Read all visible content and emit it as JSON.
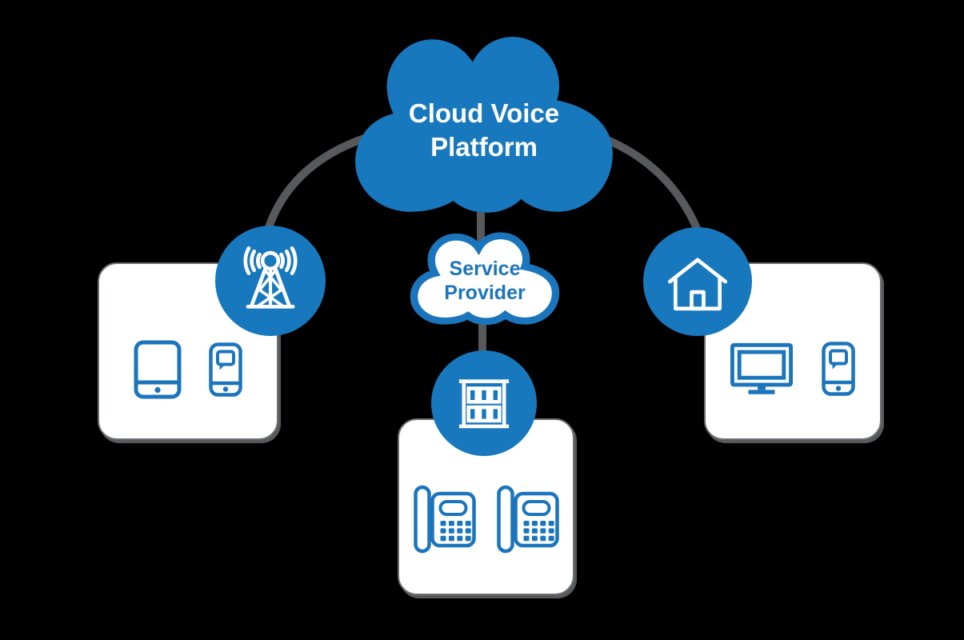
{
  "background_color": "#000000",
  "palette": {
    "blue_fill": "#1878BE",
    "blue_stroke": "#1B75BC",
    "connector_gray": "#58595B",
    "card_background": "#FFFFFF",
    "platform_text": "#FFFFFF",
    "service_provider_text": "#1B75BC"
  },
  "nodes": {
    "cloud_platform": {
      "label": "Cloud Voice Platform",
      "line1": "Cloud Voice",
      "line2": "Platform",
      "icon": "cloud-icon"
    },
    "service_provider": {
      "label": "Service Provider",
      "line1": "Service",
      "line2": "Provider",
      "icon": "cloud-outline-icon"
    },
    "cell_tower": {
      "icon": "cell-tower-icon"
    },
    "office_building": {
      "icon": "office-building-icon"
    },
    "home": {
      "icon": "house-icon"
    }
  },
  "cards": {
    "mobile_devices": {
      "icons": [
        "tablet-icon",
        "smartphone-chat-icon"
      ]
    },
    "desk_phones": {
      "icons": [
        "desk-phone-icon",
        "desk-phone-icon"
      ]
    },
    "home_devices": {
      "icons": [
        "desktop-monitor-icon",
        "smartphone-chat-icon"
      ]
    }
  },
  "edges": [
    {
      "from": "cloud_platform",
      "to": "cell_tower"
    },
    {
      "from": "cloud_platform",
      "to": "service_provider"
    },
    {
      "from": "service_provider",
      "to": "office_building"
    },
    {
      "from": "cloud_platform",
      "to": "home"
    }
  ]
}
